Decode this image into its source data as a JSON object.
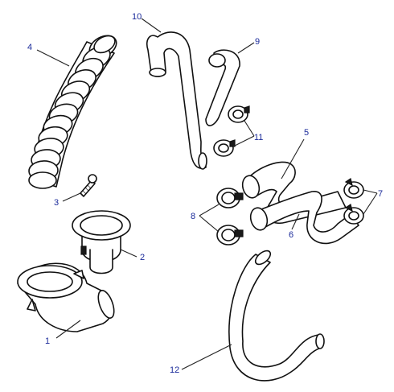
{
  "diagram": {
    "callouts": [
      {
        "id": "1",
        "label": "1"
      },
      {
        "id": "2",
        "label": "2"
      },
      {
        "id": "3",
        "label": "3"
      },
      {
        "id": "4",
        "label": "4"
      },
      {
        "id": "5",
        "label": "5"
      },
      {
        "id": "6",
        "label": "6"
      },
      {
        "id": "7",
        "label": "7"
      },
      {
        "id": "8",
        "label": "8"
      },
      {
        "id": "9",
        "label": "9"
      },
      {
        "id": "10",
        "label": "10"
      },
      {
        "id": "11",
        "label": "11"
      },
      {
        "id": "12",
        "label": "12"
      }
    ],
    "colors": {
      "line": "#111111",
      "callout_text": "#1a2a9a",
      "background": "#ffffff"
    }
  }
}
